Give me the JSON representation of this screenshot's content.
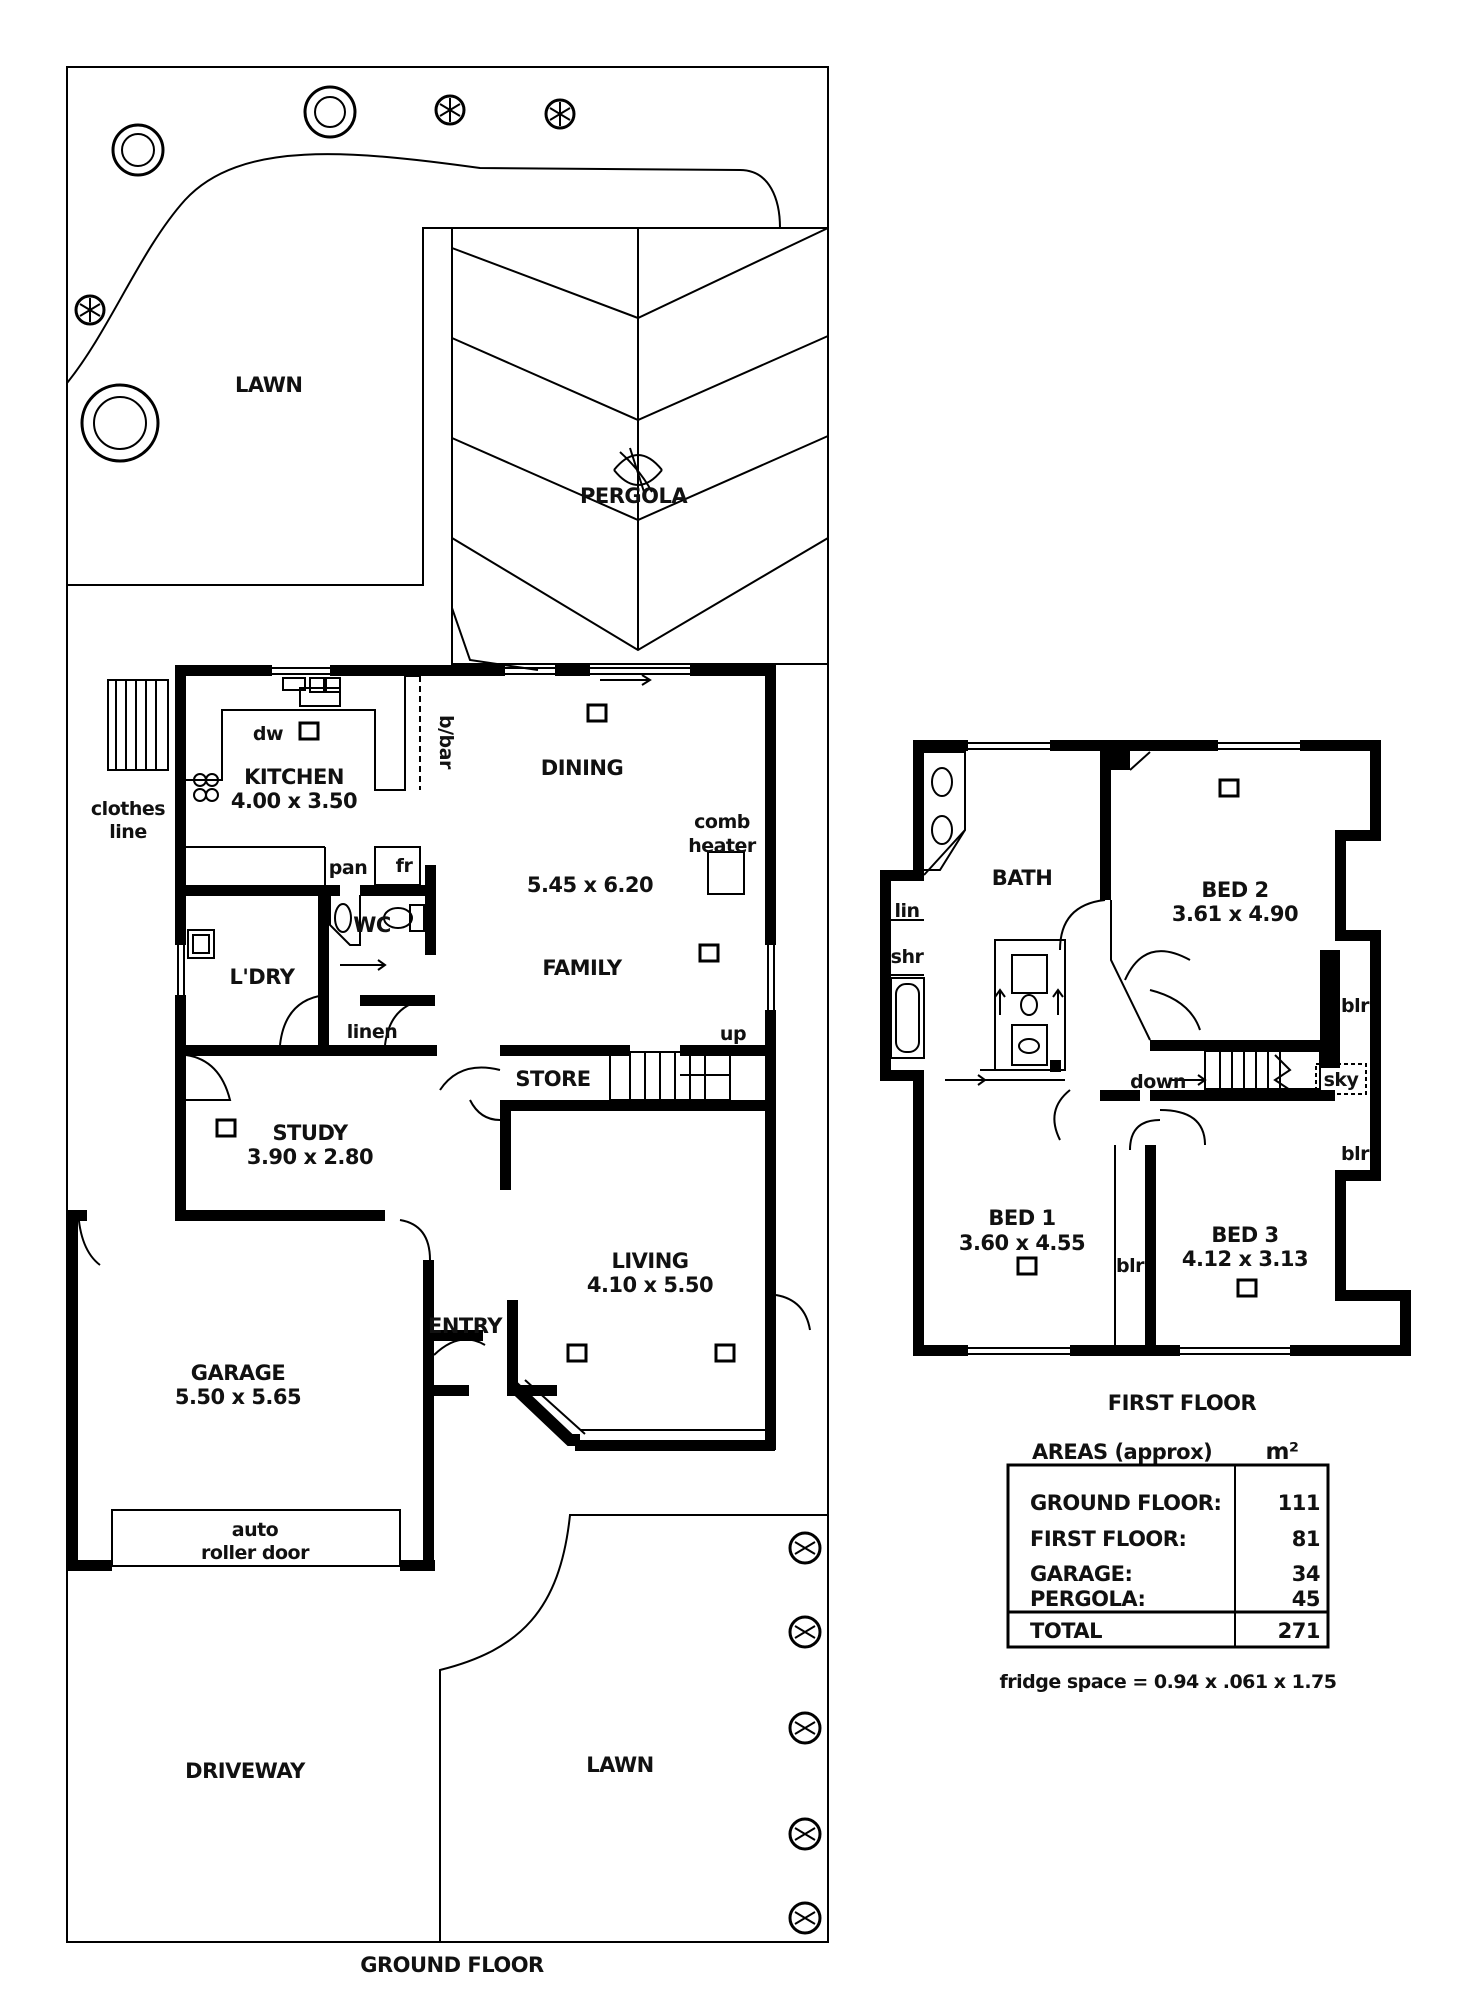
{
  "ground_floor": {
    "title": "GROUND FLOOR",
    "outdoor": {
      "lawn_rear": "LAWN",
      "pergola": "PERGOLA",
      "clothes_line": [
        "clothes",
        "line"
      ],
      "driveway": "DRIVEWAY",
      "lawn_front": "LAWN"
    },
    "rooms": {
      "kitchen": {
        "name": "KITCHEN",
        "dims": "4.00 x 3.50"
      },
      "dw": "dw",
      "bbar": "b/bar",
      "pan": "pan",
      "fr": "fr",
      "dining": {
        "name": "DINING"
      },
      "comb_heater": [
        "comb",
        "heater"
      ],
      "family": {
        "name": "FAMILY",
        "dims": "5.45 x 6.20"
      },
      "wc": "WC",
      "laundry": {
        "name": "L'DRY"
      },
      "linen": "linen",
      "store": "STORE",
      "up": "up",
      "study": {
        "name": "STUDY",
        "dims": "3.90 x 2.80"
      },
      "living": {
        "name": "LIVING",
        "dims": "4.10 x 5.50"
      },
      "entry": "ENTRY",
      "garage": {
        "name": "GARAGE",
        "dims": "5.50 x 5.65"
      },
      "roller_door": [
        "auto",
        "roller door"
      ]
    }
  },
  "first_floor": {
    "title": "FIRST FLOOR",
    "rooms": {
      "bath": "BATH",
      "lin": "lin",
      "shr": "shr",
      "bed2": {
        "name": "BED 2",
        "dims": "3.61 x 4.90"
      },
      "blr_upper": "blr",
      "down": "down",
      "sky": "sky",
      "blr_lower": "blr",
      "bed1": {
        "name": "BED 1",
        "dims": "3.60 x 4.55"
      },
      "blr_mid": "blr",
      "bed3": {
        "name": "BED 3",
        "dims": "4.12 x 3.13"
      }
    }
  },
  "areas": {
    "heading": "AREAS (approx)",
    "unit": "m²",
    "rows": [
      {
        "label": "GROUND FLOOR:",
        "value": "111"
      },
      {
        "label": "FIRST FLOOR:",
        "value": "81"
      },
      {
        "label": "GARAGE:",
        "value": "34"
      },
      {
        "label": "PERGOLA:",
        "value": "45"
      }
    ],
    "total": {
      "label": "TOTAL",
      "value": "271"
    },
    "note": "fridge space = 0.94 x .061 x 1.75"
  }
}
